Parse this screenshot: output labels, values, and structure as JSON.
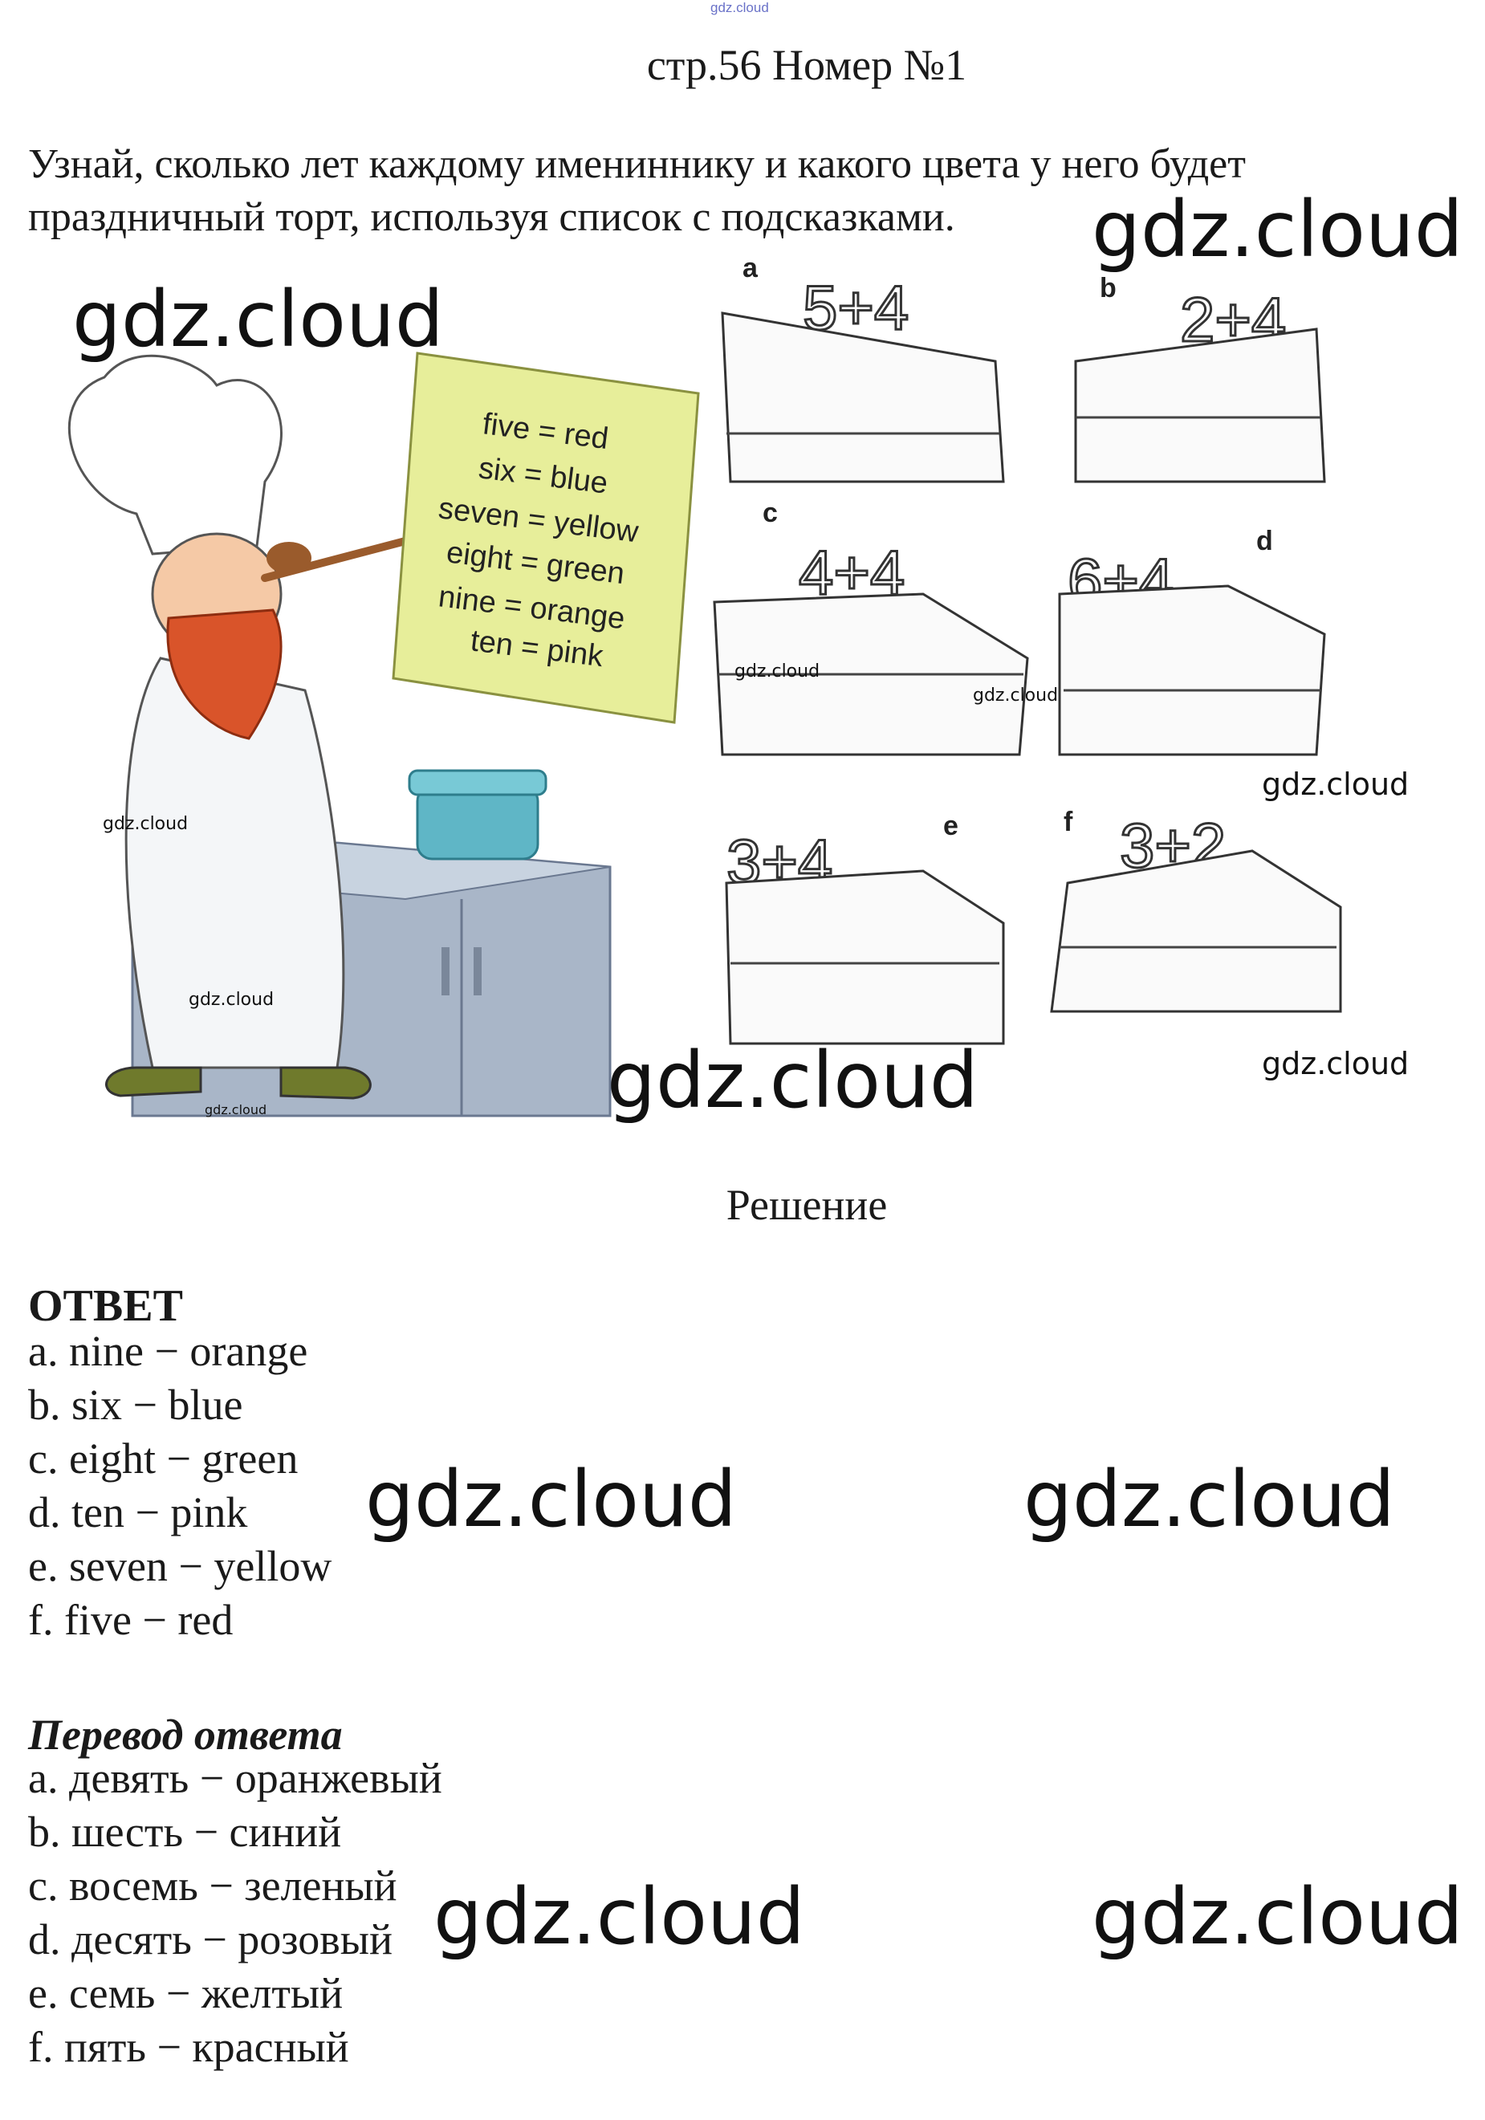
{
  "watermark_top": "gdz.cloud",
  "page_title": "стр.56 Номер №1",
  "task_text": "Узнай, сколько лет каждому имениннику и какого цвета у него будет праздничный торт, используя список с подсказками.",
  "watermark": "gdz.cloud",
  "illustration": {
    "hints": [
      "five = red",
      "six = blue",
      "seven = yellow",
      "eight = green",
      "nine = orange",
      "ten = pink"
    ],
    "cakes": [
      {
        "letter": "a",
        "sum": "5+4"
      },
      {
        "letter": "b",
        "sum": "2+4"
      },
      {
        "letter": "c",
        "sum": "4+4"
      },
      {
        "letter": "d",
        "sum": "6+4"
      },
      {
        "letter": "e",
        "sum": "3+4"
      },
      {
        "letter": "f",
        "sum": "3+2"
      }
    ]
  },
  "solution_title": "Решение",
  "answer_title": "ОТВЕТ",
  "answers": [
    "a. nine − orange",
    "b. six − blue",
    "c. eight − green",
    "d. ten − pink",
    "e. seven − yellow",
    "f. five − red"
  ],
  "translation_title": "Перевод ответа",
  "translations": [
    "а. девять − оранжевый",
    "b. шесть − синий",
    "с. восемь − зеленый",
    "d. десять − розовый",
    "е. семь − желтый",
    "f. пять − красный"
  ],
  "colors": {
    "note_paper": "#e7ee9a",
    "cabinet": "#a9b6c8",
    "chef_beard": "#d9542a",
    "boots": "#6f7a2c"
  }
}
